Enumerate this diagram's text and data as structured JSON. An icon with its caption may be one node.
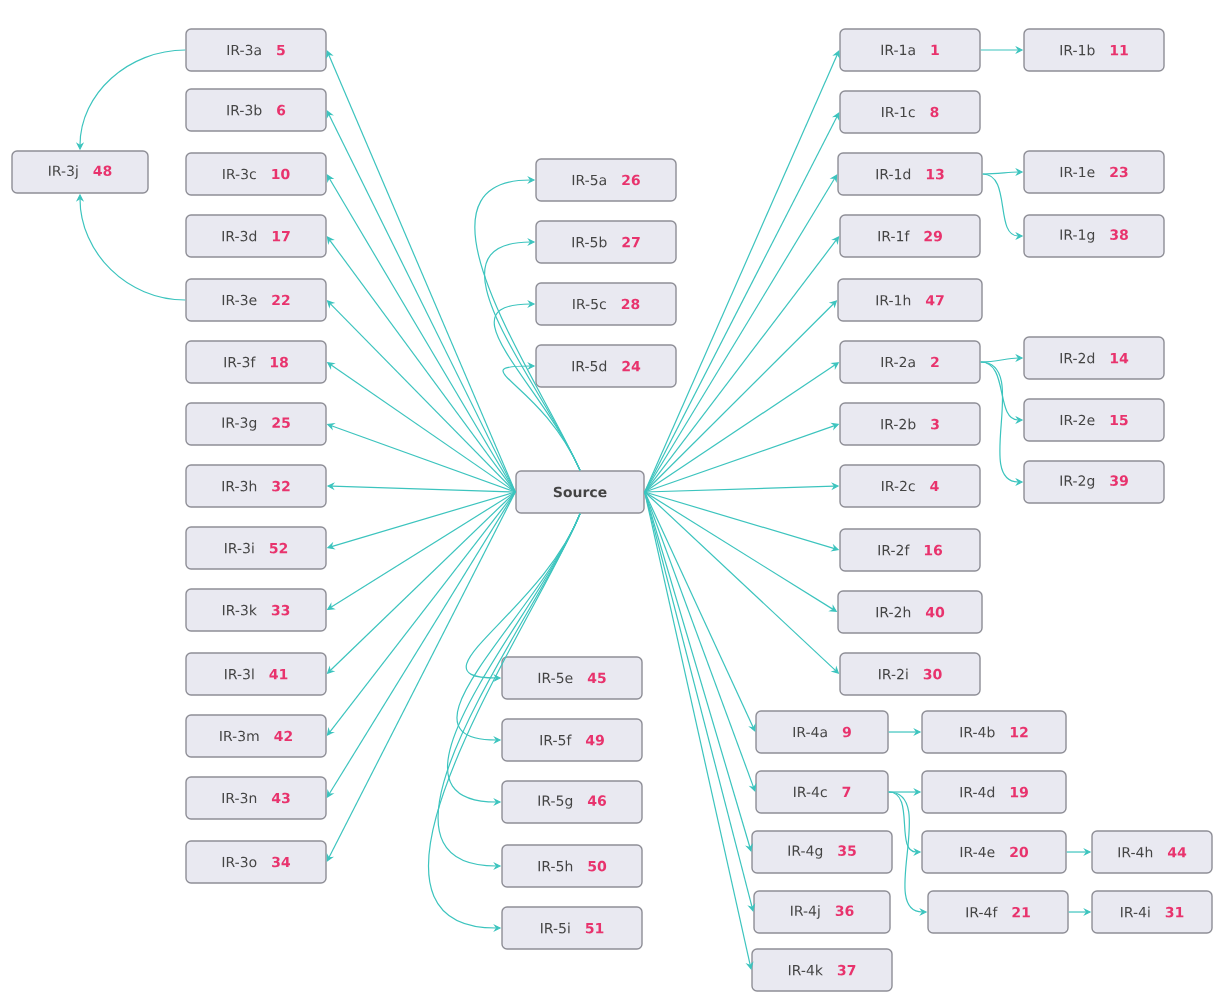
{
  "diagram": {
    "nodes": [
      {
        "text": [
          "IR-3a",
          "5"
        ]
      },
      {
        "text": [
          "IR-3b",
          "6"
        ]
      },
      {
        "text": [
          "IR-3c",
          "10"
        ]
      },
      {
        "text": [
          "IR-3d",
          "17"
        ]
      },
      {
        "text": [
          "IR-3e",
          "22"
        ]
      },
      {
        "text": [
          "IR-3f",
          "18"
        ]
      },
      {
        "text": [
          "IR-3g",
          "25"
        ]
      },
      {
        "text": [
          "IR-3h",
          "32"
        ]
      },
      {
        "text": [
          "IR-3i",
          "52"
        ]
      },
      {
        "text": [
          "IR-3k",
          "33"
        ]
      },
      {
        "text": [
          "IR-3l",
          "41"
        ]
      },
      {
        "text": [
          "IR-3m",
          "42"
        ]
      },
      {
        "text": [
          "IR-3n",
          "43"
        ]
      },
      {
        "text": [
          "IR-3o",
          "34"
        ]
      },
      {
        "text": [
          "IR-3j",
          "48"
        ]
      },
      {
        "text": [
          "IR-5a",
          "26"
        ]
      },
      {
        "text": [
          "IR-5b",
          "27"
        ]
      },
      {
        "text": [
          "IR-5c",
          "28"
        ]
      },
      {
        "text": [
          "IR-5d",
          "24"
        ]
      },
      {
        "text": [
          "Source"
        ]
      },
      {
        "text": [
          "IR-5e",
          "45"
        ]
      },
      {
        "text": [
          "IR-5f",
          "49"
        ]
      },
      {
        "text": [
          "IR-5g",
          "46"
        ]
      },
      {
        "text": [
          "IR-5h",
          "50"
        ]
      },
      {
        "text": [
          "IR-5i",
          "51"
        ]
      },
      {
        "text": [
          "IR-1a",
          "1"
        ]
      },
      {
        "text": [
          "IR-1b",
          "11"
        ]
      },
      {
        "text": [
          "IR-1c",
          "8"
        ]
      },
      {
        "text": [
          "IR-1d",
          "13"
        ]
      },
      {
        "text": [
          "IR-1e",
          "23"
        ]
      },
      {
        "text": [
          "IR-1g",
          "38"
        ]
      },
      {
        "text": [
          "IR-1f",
          "29"
        ]
      },
      {
        "text": [
          "IR-1h",
          "47"
        ]
      },
      {
        "text": [
          "IR-2a",
          "2"
        ]
      },
      {
        "text": [
          "IR-2d",
          "14"
        ]
      },
      {
        "text": [
          "IR-2e",
          "15"
        ]
      },
      {
        "text": [
          "IR-2g",
          "39"
        ]
      },
      {
        "text": [
          "IR-2b",
          "3"
        ]
      },
      {
        "text": [
          "IR-2c",
          "4"
        ]
      },
      {
        "text": [
          "IR-2f",
          "16"
        ]
      },
      {
        "text": [
          "IR-2h",
          "40"
        ]
      },
      {
        "text": [
          "IR-2i",
          "30"
        ]
      },
      {
        "text": [
          "IR-4a",
          "9"
        ]
      },
      {
        "text": [
          "IR-4b",
          "12"
        ]
      },
      {
        "text": [
          "IR-4c",
          "7"
        ]
      },
      {
        "text": [
          "IR-4d",
          "19"
        ]
      },
      {
        "text": [
          "IR-4e",
          "20"
        ]
      },
      {
        "text": [
          "IR-4h",
          "44"
        ]
      },
      {
        "text": [
          "IR-4f",
          "21"
        ]
      },
      {
        "text": [
          "IR-4i",
          "31"
        ]
      },
      {
        "text": [
          "IR-4g",
          "35"
        ]
      },
      {
        "text": [
          "IR-4j",
          "36"
        ]
      },
      {
        "text": [
          "IR-4k",
          "37"
        ]
      }
    ],
    "edges": [
      {
        "from": 19,
        "to": 0,
        "arrow": "to"
      },
      {
        "from": 19,
        "to": 1,
        "arrow": "to"
      },
      {
        "from": 19,
        "to": 2,
        "arrow": "to"
      },
      {
        "from": 19,
        "to": 3,
        "arrow": "to"
      },
      {
        "from": 19,
        "to": 4,
        "arrow": "to"
      },
      {
        "from": 19,
        "to": 5,
        "arrow": "to"
      },
      {
        "from": 19,
        "to": 6,
        "arrow": "to"
      },
      {
        "from": 19,
        "to": 7,
        "arrow": "to"
      },
      {
        "from": 19,
        "to": 8,
        "arrow": "to"
      },
      {
        "from": 19,
        "to": 9,
        "arrow": "to"
      },
      {
        "from": 19,
        "to": 10,
        "arrow": "to"
      },
      {
        "from": 19,
        "to": 11,
        "arrow": "to"
      },
      {
        "from": 19,
        "to": 12,
        "arrow": "to"
      },
      {
        "from": 19,
        "to": 13,
        "arrow": "to"
      },
      {
        "from": 0,
        "to": 14,
        "arrow": "to"
      },
      {
        "from": 4,
        "to": 14,
        "arrow": "to"
      },
      {
        "from": 19,
        "to": 15,
        "arrow": "to"
      },
      {
        "from": 19,
        "to": 16,
        "arrow": "to"
      },
      {
        "from": 19,
        "to": 17,
        "arrow": "to"
      },
      {
        "from": 19,
        "to": 18,
        "arrow": "to"
      },
      {
        "from": 19,
        "to": 20,
        "arrow": "to"
      },
      {
        "from": 19,
        "to": 21,
        "arrow": "to"
      },
      {
        "from": 19,
        "to": 22,
        "arrow": "to"
      },
      {
        "from": 19,
        "to": 23,
        "arrow": "to"
      },
      {
        "from": 19,
        "to": 24,
        "arrow": "to"
      },
      {
        "from": 19,
        "to": 25,
        "arrow": "to"
      },
      {
        "from": 25,
        "to": 26,
        "arrow": "to"
      },
      {
        "from": 19,
        "to": 27,
        "arrow": "to"
      },
      {
        "from": 19,
        "to": 28,
        "arrow": "to"
      },
      {
        "from": 28,
        "to": 29,
        "arrow": "to"
      },
      {
        "from": 28,
        "to": 30,
        "arrow": "to"
      },
      {
        "from": 19,
        "to": 31,
        "arrow": "to"
      },
      {
        "from": 19,
        "to": 32,
        "arrow": "to"
      },
      {
        "from": 19,
        "to": 33,
        "arrow": "to"
      },
      {
        "from": 33,
        "to": 34,
        "arrow": "to"
      },
      {
        "from": 33,
        "to": 35,
        "arrow": "to"
      },
      {
        "from": 33,
        "to": 36,
        "arrow": "to"
      },
      {
        "from": 19,
        "to": 37,
        "arrow": "to"
      },
      {
        "from": 19,
        "to": 38,
        "arrow": "to"
      },
      {
        "from": 19,
        "to": 39,
        "arrow": "to"
      },
      {
        "from": 19,
        "to": 40,
        "arrow": "to"
      },
      {
        "from": 19,
        "to": 41,
        "arrow": "to"
      },
      {
        "from": 19,
        "to": 42,
        "arrow": "to"
      },
      {
        "from": 42,
        "to": 43,
        "arrow": "to"
      },
      {
        "from": 19,
        "to": 44,
        "arrow": "to"
      },
      {
        "from": 44,
        "to": 45,
        "arrow": "to"
      },
      {
        "from": 44,
        "to": 46,
        "arrow": "to"
      },
      {
        "from": 46,
        "to": 47,
        "arrow": "to"
      },
      {
        "from": 44,
        "to": 48,
        "arrow": "to"
      },
      {
        "from": 48,
        "to": 49,
        "arrow": "to"
      },
      {
        "from": 19,
        "to": 50,
        "arrow": "to"
      },
      {
        "from": 19,
        "to": 51,
        "arrow": "to"
      },
      {
        "from": 19,
        "to": 52,
        "arrow": "to"
      }
    ]
  }
}
